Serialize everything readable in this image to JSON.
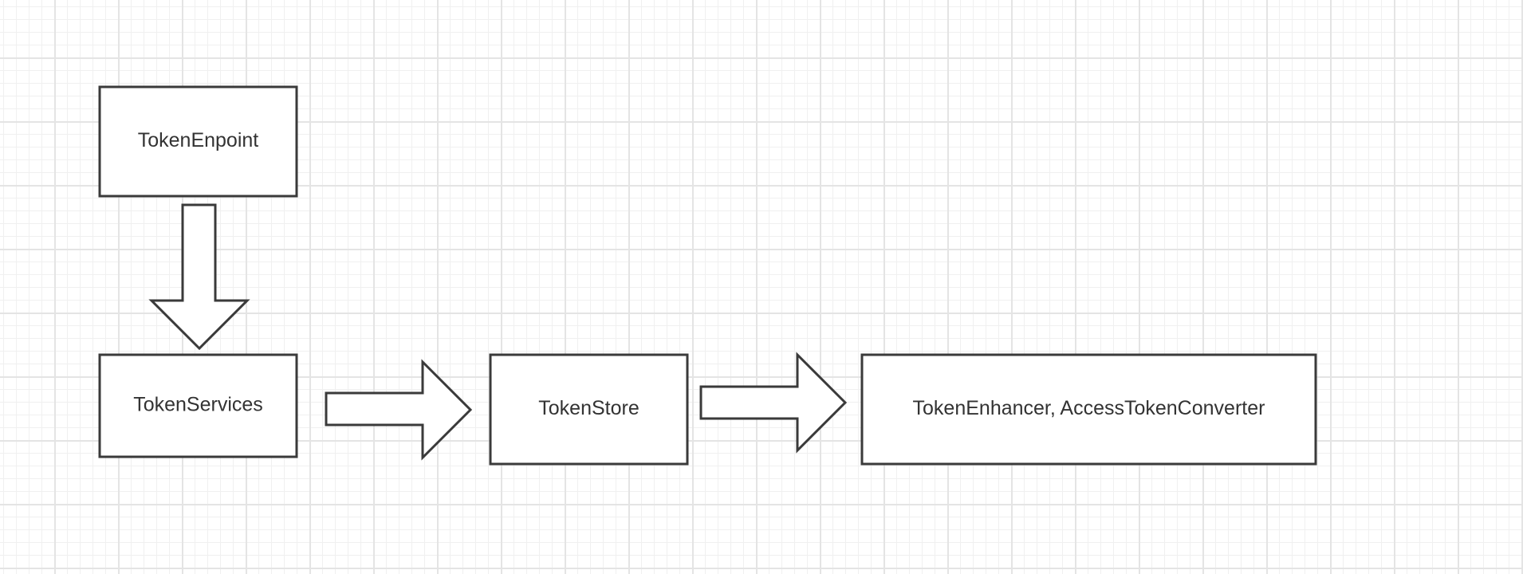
{
  "diagram": {
    "nodes": {
      "token_endpoint": {
        "label": "TokenEnpoint"
      },
      "token_services": {
        "label": "TokenServices"
      },
      "token_store": {
        "label": "TokenStore"
      },
      "token_enhancer": {
        "label": "TokenEnhancer, AccessTokenConverter"
      }
    },
    "edges": [
      {
        "from": "TokenEnpoint",
        "to": "TokenServices"
      },
      {
        "from": "TokenServices",
        "to": "TokenStore"
      },
      {
        "from": "TokenStore",
        "to": "TokenEnhancer, AccessTokenConverter"
      }
    ]
  },
  "colors": {
    "stroke": "#3a3a3a",
    "text": "#333333",
    "grid_major": "#e4e4e4",
    "grid_minor": "#f0f0f0"
  }
}
